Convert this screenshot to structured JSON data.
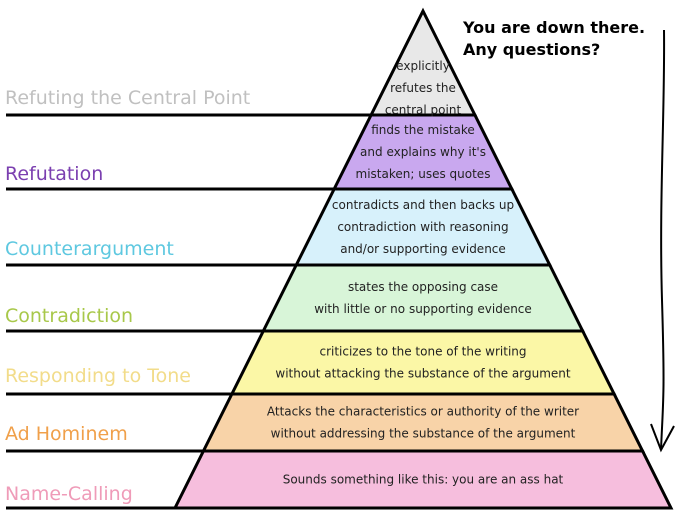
{
  "note": {
    "line1": "You are down there.",
    "line2": "Any questions?"
  },
  "levels": [
    {
      "label": "Refuting the Central Point",
      "label_color": "#c0c0c0",
      "fill": "#e8e8e8",
      "lines": [
        "explicitly",
        "refutes the",
        "central point"
      ]
    },
    {
      "label": "Refutation",
      "label_color": "#7b3fb0",
      "fill": "#c9a8ef",
      "lines": [
        "finds the mistake",
        "and explains why it's",
        "mistaken; uses quotes"
      ]
    },
    {
      "label": "Counterargument",
      "label_color": "#5ec8e0",
      "fill": "#d7f1fb",
      "lines": [
        "contradicts and then backs up",
        "contradiction with reasoning",
        "and/or supporting evidence"
      ]
    },
    {
      "label": "Contradiction",
      "label_color": "#a8c84a",
      "fill": "#d8f5d8",
      "lines": [
        "states the opposing case",
        "with little or no supporting evidence"
      ]
    },
    {
      "label": "Responding to Tone",
      "label_color": "#f2dc8a",
      "fill": "#fbf7a6",
      "lines": [
        "criticizes to the tone of the writing",
        "without attacking the substance of the argument"
      ]
    },
    {
      "label": "Ad Hominem",
      "label_color": "#f0a04a",
      "fill": "#f8d3a8",
      "lines": [
        "Attacks the  characteristics or authority of the writer",
        "without addressing the substance of the argument"
      ]
    },
    {
      "label": "Name-Calling",
      "label_color": "#ef9bb8",
      "fill": "#f6bedd",
      "lines": [
        "Sounds something like this: you are an ass hat"
      ]
    }
  ]
}
